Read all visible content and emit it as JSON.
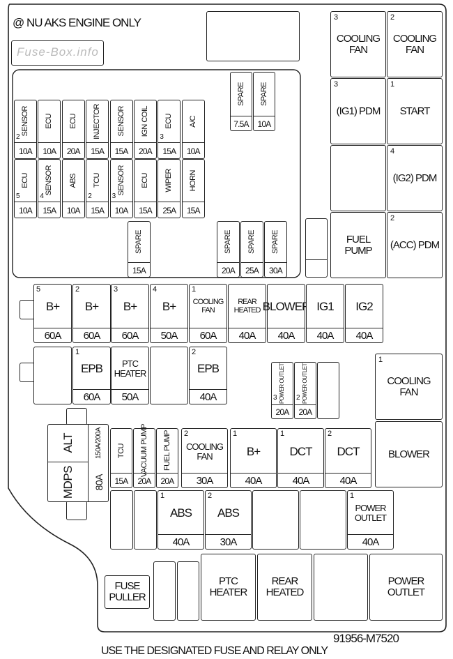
{
  "header": {
    "note": "@ NU AKS ENGINE ONLY",
    "watermark": "Fuse-Box.info"
  },
  "footer": {
    "part_number": "91956-M7520",
    "instruction": "USE THE DESIGNATED FUSE AND RELAY ONLY"
  },
  "top_relays": [
    {
      "num": "3",
      "label": "COOLING FAN"
    },
    {
      "num": "2",
      "label": "COOLING FAN"
    },
    {
      "num": "3",
      "label": "(IG1) PDM"
    },
    {
      "num": "1",
      "label": "START"
    },
    {
      "num": "",
      "label": ""
    },
    {
      "num": "4",
      "label": "(IG2) PDM"
    },
    {
      "num": "",
      "label": "FUEL PUMP"
    },
    {
      "num": "2",
      "label": "(ACC) PDM"
    }
  ],
  "spare_top": [
    {
      "label": "SPARE",
      "amp": "7.5A"
    },
    {
      "label": "SPARE",
      "amp": "10A"
    }
  ],
  "mini_row1": [
    {
      "num": "2",
      "label": "SENSOR",
      "amp": "10A"
    },
    {
      "num": "",
      "label": "ECU",
      "amp": "10A"
    },
    {
      "num": "",
      "label": "ECU",
      "amp": "20A"
    },
    {
      "num": "",
      "label": "INJECTOR",
      "amp": "15A"
    },
    {
      "num": "",
      "label": "SENSOR",
      "amp": "15A"
    },
    {
      "num": "",
      "label": "IGN COIL",
      "amp": "20A"
    },
    {
      "num": "3",
      "label": "ECU",
      "amp": "15A"
    },
    {
      "num": "",
      "label": "A/C",
      "amp": "10A"
    }
  ],
  "mini_row2": [
    {
      "num": "5",
      "label": "ECU",
      "amp": "10A"
    },
    {
      "num": "4",
      "label": "SENSOR",
      "amp": "15A"
    },
    {
      "num": "",
      "label": "ABS",
      "amp": "10A"
    },
    {
      "num": "2",
      "label": "TCU",
      "amp": "15A"
    },
    {
      "num": "3",
      "label": "SENSOR",
      "amp": "10A"
    },
    {
      "num": "",
      "label": "ECU",
      "amp": "15A"
    },
    {
      "num": "",
      "label": "WIPER",
      "amp": "25A"
    },
    {
      "num": "",
      "label": "HORN",
      "amp": "15A"
    }
  ],
  "spare_mid_left": {
    "label": "SPARE",
    "amp": "15A"
  },
  "spare_mid": [
    {
      "label": "SPARE",
      "amp": "20A"
    },
    {
      "label": "SPARE",
      "amp": "25A"
    },
    {
      "label": "SPARE",
      "amp": "30A"
    }
  ],
  "multi_row": [
    {
      "num": "5",
      "label": "B+",
      "amp": "60A"
    },
    {
      "num": "2",
      "label": "B+",
      "amp": "60A"
    },
    {
      "num": "3",
      "label": "B+",
      "amp": "60A"
    },
    {
      "num": "4",
      "label": "B+",
      "amp": "50A"
    },
    {
      "num": "1",
      "label": "COOLING FAN",
      "amp": "60A"
    },
    {
      "num": "",
      "label": "REAR HEATED",
      "amp": "40A"
    },
    {
      "num": "",
      "label": "BLOWER",
      "amp": "40A"
    },
    {
      "num": "",
      "label": "IG1",
      "amp": "40A"
    },
    {
      "num": "",
      "label": "IG2",
      "amp": "40A"
    }
  ],
  "epb_row": [
    {
      "num": "",
      "label": "",
      "amp": ""
    },
    {
      "num": "1",
      "label": "EPB",
      "amp": "60A"
    },
    {
      "num": "",
      "label": "PTC HEATER",
      "amp": "50A"
    },
    {
      "num": "",
      "label": "",
      "amp": ""
    },
    {
      "num": "2",
      "label": "EPB",
      "amp": "40A"
    }
  ],
  "power_outlet_small": [
    {
      "num": "3",
      "label": "POWER OUTLET",
      "amp": "20A"
    },
    {
      "num": "2",
      "label": "POWER OUTLET",
      "amp": "20A"
    }
  ],
  "right_relays": [
    {
      "num": "1",
      "label": "COOLING FAN"
    },
    {
      "num": "",
      "label": "BLOWER"
    }
  ],
  "left_block": {
    "alt": "ALT",
    "mdps": "MDPS",
    "v_label": "150A/200A",
    "amp": "80A"
  },
  "row_tcu": [
    {
      "num": "",
      "label": "TCU",
      "amp": "15A"
    },
    {
      "num": "",
      "label": "VACUUM PUMP",
      "amp": "20A"
    },
    {
      "num": "",
      "label": "FUEL PUMP",
      "amp": "20A"
    }
  ],
  "row_big": [
    {
      "num": "2",
      "label": "COOLING FAN",
      "amp": "30A"
    },
    {
      "num": "1",
      "label": "B+",
      "amp": "40A"
    },
    {
      "num": "1",
      "label": "DCT",
      "amp": "40A"
    },
    {
      "num": "2",
      "label": "DCT",
      "amp": "40A"
    }
  ],
  "row_abs": [
    {
      "num": "",
      "label": "",
      "amp": ""
    },
    {
      "num": "",
      "label": "",
      "amp": ""
    },
    {
      "num": "1",
      "label": "ABS",
      "amp": "40A"
    },
    {
      "num": "2",
      "label": "ABS",
      "amp": "30A"
    },
    {
      "num": "",
      "label": "",
      "amp": ""
    },
    {
      "num": "",
      "label": "",
      "amp": ""
    },
    {
      "num": "1",
      "label": "POWER OUTLET",
      "amp": "40A"
    }
  ],
  "bottom_relays": [
    {
      "label": "FUSE PULLER"
    },
    {
      "label": "PTC HEATER"
    },
    {
      "label": "REAR HEATED"
    },
    {
      "label": ""
    },
    {
      "label": "POWER OUTLET"
    }
  ]
}
